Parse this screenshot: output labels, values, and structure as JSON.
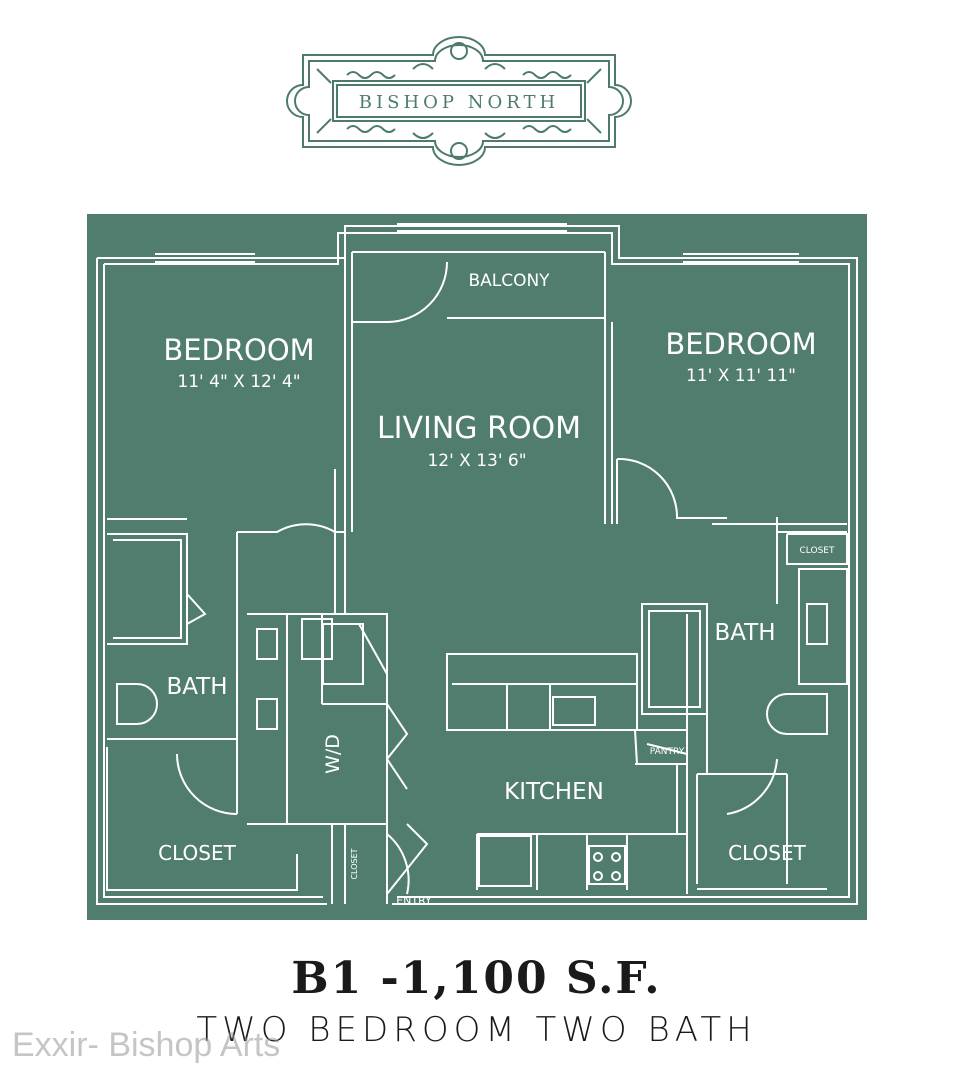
{
  "brand": {
    "name": "BISHOP NORTH",
    "color": "#4d7a6d"
  },
  "plan": {
    "background": "#517d6f",
    "line_color": "#ffffff",
    "rooms": {
      "balcony": "BALCONY",
      "bedroom_left": "BEDROOM",
      "bedroom_left_dims": "11' 4\" X 12' 4\"",
      "bedroom_right": "BEDROOM",
      "bedroom_right_dims": "11' X 11' 11\"",
      "living_room": "LIVING ROOM",
      "living_room_dims": "12' X 13' 6\"",
      "bath_left": "BATH",
      "bath_right": "BATH",
      "closet_small": "CLOSET",
      "closet_vertical": "CLOSET",
      "closet_left": "CLOSET",
      "closet_right": "CLOSET",
      "wd": "W/D",
      "pantry": "PANTRY",
      "kitchen": "KITCHEN",
      "entry": "ENTRY"
    }
  },
  "unit": {
    "title": "B1 -1,100 S.F.",
    "subtitle": "TWO BEDROOM TWO BATH"
  },
  "watermark": "Exxir- Bishop Arts"
}
